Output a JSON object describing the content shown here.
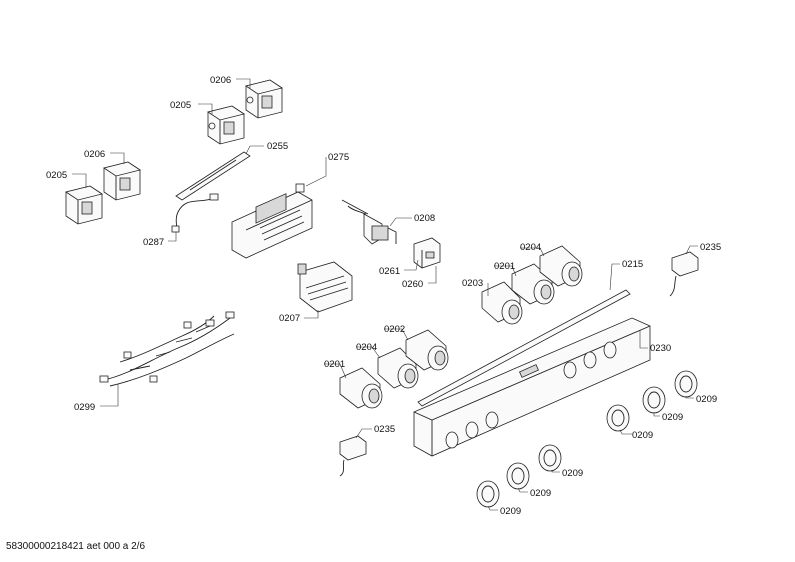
{
  "labels": {
    "l0206a": "0206",
    "l0205a": "0205",
    "l0206b": "0206",
    "l0205b": "0205",
    "l0255": "0255",
    "l0275": "0275",
    "l0287": "0287",
    "l0208": "0208",
    "l0261": "0261",
    "l0260": "0260",
    "l0207": "0207",
    "l0204a": "0204",
    "l0201a": "0201",
    "l0203": "0203",
    "l0215": "0215",
    "l0235a": "0235",
    "l0202": "0202",
    "l0204b": "0204",
    "l0201b": "0201",
    "l0230": "0230",
    "l0299": "0299",
    "l0235b": "0235",
    "l0209a": "0209",
    "l0209b": "0209",
    "l0209c": "0209",
    "l0209d": "0209",
    "l0209e": "0209",
    "l0209f": "0209"
  },
  "footer": "58300000218421 aet 000 a 2/6"
}
